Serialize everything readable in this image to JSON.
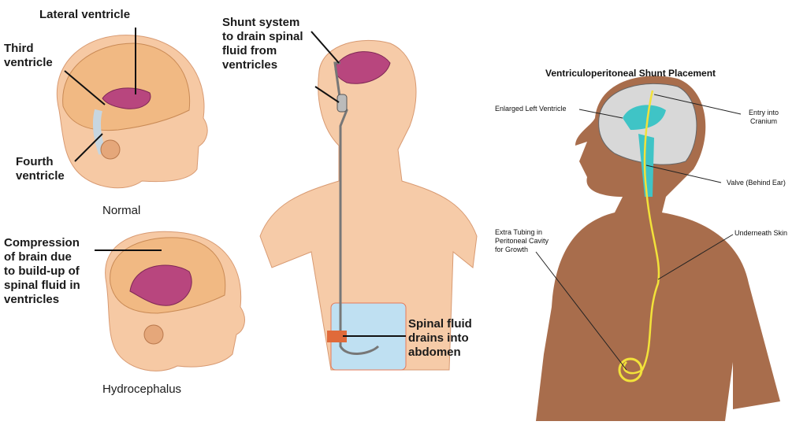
{
  "left_panel": {
    "normal": {
      "caption": "Normal",
      "labels": {
        "lateral_ventricle": "Lateral ventricle",
        "third_ventricle": "Third\nventricle",
        "fourth_ventricle": "Fourth\nventricle"
      }
    },
    "hydrocephalus": {
      "caption": "Hydrocephalus",
      "labels": {
        "compression": "Compression\nof brain due\nto build-up of\nspinal fluid in\nventricles"
      }
    }
  },
  "middle_panel": {
    "labels": {
      "shunt_system": "Shunt system\nto drain spinal\nfluid from\nventricles",
      "drains": "Spinal fluid\ndrains into\nabdomen"
    }
  },
  "right_panel": {
    "title": "Ventriculoperitoneal Shunt Placement",
    "labels": {
      "enlarged_left_ventricle": "Enlarged Left Ventricle",
      "entry_into_cranium": "Entry into\nCranium",
      "valve": "Valve (Behind Ear)",
      "underneath_skin": "Underneath Skin",
      "extra_tubing": "Extra Tubing in\nPeritoneal Cavity\nfor Growth"
    }
  },
  "colors": {
    "skin_light": "#f6c9a4",
    "brain": "#f1b983",
    "ventricle": "#b8467e",
    "silhouette": "#a86d4c",
    "csf": "#3fc4c6",
    "tube": "#f2e23a",
    "abdomen_blue": "#bfe0f2"
  }
}
